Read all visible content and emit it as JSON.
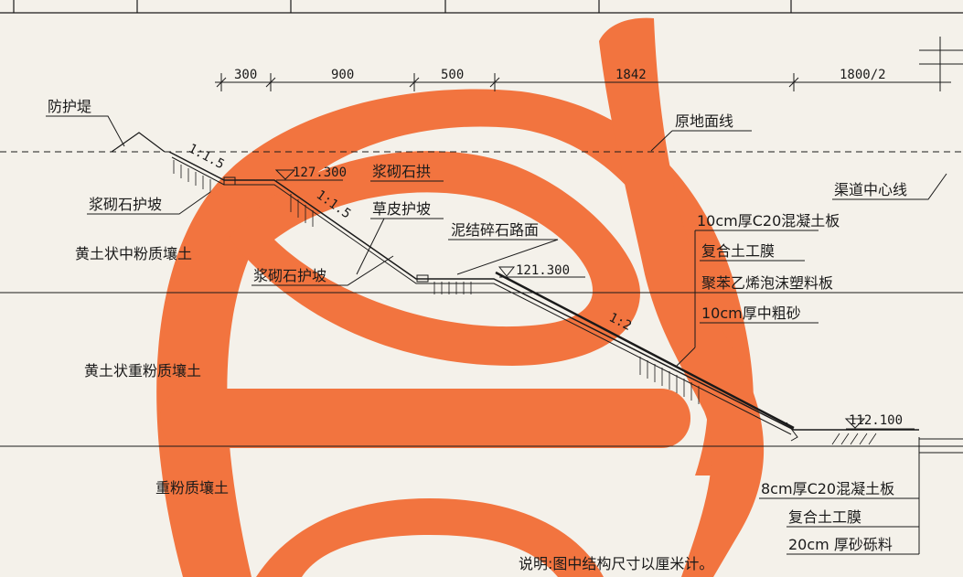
{
  "dimensions": [
    "300",
    "900",
    "500",
    "1842",
    "1800/2"
  ],
  "labels": {
    "embankment": "防护堤",
    "original_ground": "原地面线",
    "canal_centerline": "渠道中心线",
    "stone_slope_upper": "浆砌石护坡",
    "loess_medium": "黄土状中粉质壤土",
    "stone_arch": "浆砌石拱",
    "grass_slope": "草皮护坡",
    "gravel_road": "泥结碎石路面",
    "stone_slope_lower": "浆砌石护坡",
    "loess_heavy": "黄土状重粉质壤土",
    "heavy_loam": "重粉质壤土"
  },
  "slopes": {
    "upper": "1:1.5",
    "middle": "1:1.5",
    "lower": "1:2"
  },
  "elevations": {
    "top": "127.300",
    "berm": "121.300",
    "bottom": "112.100"
  },
  "lining_side": [
    "10cm厚C20混凝土板",
    "复合土工膜",
    "聚苯乙烯泡沫塑料板",
    "10cm厚中粗砂"
  ],
  "lining_bottom": [
    "8cm厚C20混凝土板",
    "复合土工膜",
    "20cm 厚砂砾料"
  ],
  "note": "说明:图中结构尺寸以厘米计。",
  "colors": {
    "watermark": "#f2743f",
    "line": "#1a1a1a",
    "paper": "#f4f1ea"
  }
}
